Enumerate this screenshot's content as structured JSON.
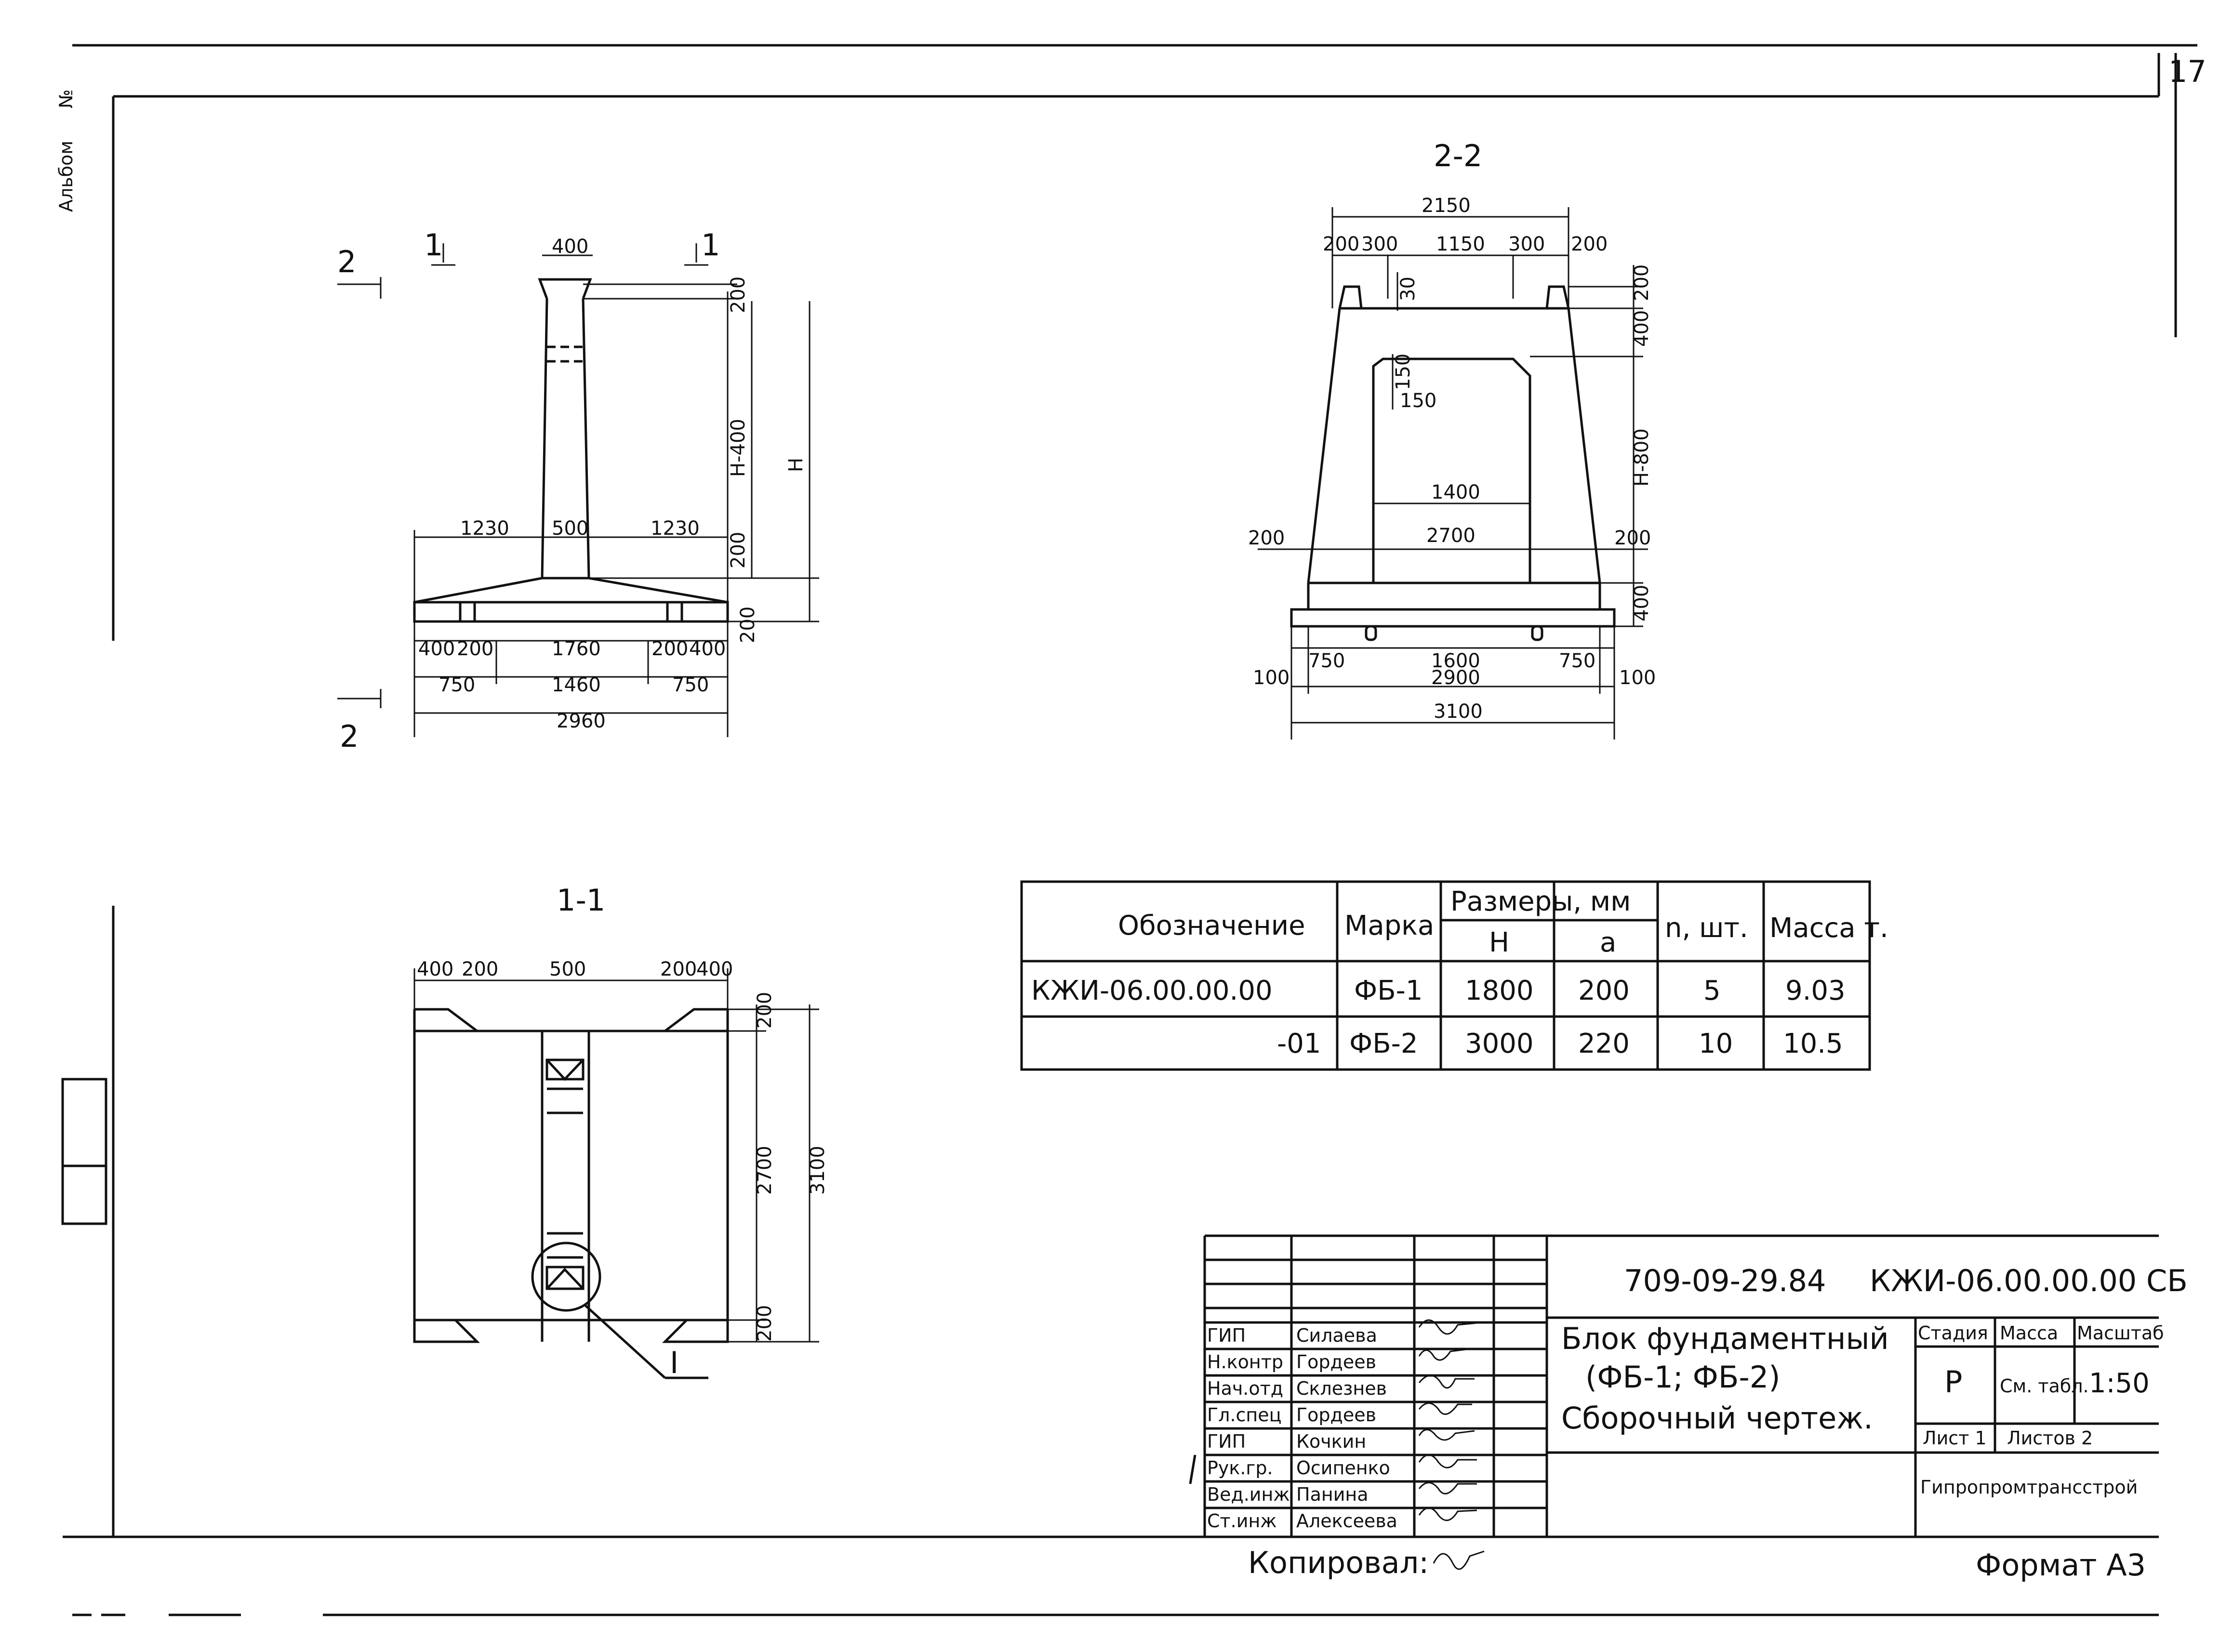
{
  "sheet": {
    "page_number": "17",
    "side_label": "Альбом",
    "side_mark": "№",
    "copied_by": "Копировал:",
    "format": "Формат А3"
  },
  "views": {
    "front": {
      "section_mark_left": "2",
      "section_mark_top_left": "1",
      "section_mark_top_right": "1",
      "section_mark_bottom": "2",
      "dims": {
        "top_width": "400",
        "right_200_top": "200",
        "h_minus_400": "Н-400",
        "h": "Н",
        "right_200_mid": "200",
        "right_200_bot": "200",
        "left_1230": "1230",
        "stem_500": "500",
        "right_1230": "1230",
        "b_400_l": "400",
        "b_200_l": "200",
        "b_1760": "1760",
        "b_200_r": "200",
        "b_400_r": "400",
        "b_750_l": "750",
        "b_1460": "1460",
        "b_750_r": "750",
        "b_2960": "2960"
      }
    },
    "section22": {
      "title": "2-2",
      "dims": {
        "top_2150": "2150",
        "t_200_l": "200",
        "t_300_l": "300",
        "t_1150": "1150",
        "t_300_r": "300",
        "t_200_r": "200",
        "v_30": "30",
        "r_200": "200",
        "r_400": "400",
        "v_150a": "150",
        "v_150b": "150",
        "r_h800": "Н-800",
        "in_1400": "1400",
        "in_2700": "2700",
        "left_200": "200",
        "right_200": "200",
        "r_400_bot": "400",
        "b_750_l": "750",
        "b_1600": "1600",
        "b_750_r": "750",
        "b_100_l": "100",
        "b_2900": "2900",
        "b_100_r": "100",
        "b_3100": "3100"
      }
    },
    "section11": {
      "title": "1-1",
      "dims": {
        "t_400_l": "400",
        "t_200_l": "200",
        "t_500": "500",
        "t_200_r": "200",
        "t_400_r": "400",
        "r_200_top": "200",
        "r_2700": "2700",
        "r_3100": "3100",
        "r_200_bot": "200"
      },
      "callout": "I"
    }
  },
  "spec_table": {
    "headers": {
      "designation": "Обозначение",
      "mark": "Марка",
      "dimensions": "Размеры, мм",
      "h": "Н",
      "a": "а",
      "qty": "n, шт.",
      "mass": "Масса т."
    },
    "rows": [
      {
        "designation": "КЖИ-06.00.00.00",
        "mark": "ФБ-1",
        "h": "1800",
        "a": "200",
        "qty": "5",
        "mass": "9.03"
      },
      {
        "designation": "-01",
        "mark": "ФБ-2",
        "h": "3000",
        "a": "220",
        "qty": "10",
        "mass": "10.5"
      }
    ]
  },
  "title_block": {
    "project_code": "709-09-29.84",
    "drawing_code": "КЖИ-06.00.00.00 СБ",
    "title_line1": "Блок фундаментный",
    "title_line2": "(ФБ-1; ФБ-2)",
    "title_line3": "Сборочный чертеж.",
    "stage_header": "Стадия",
    "mass_header": "Масса",
    "scale_header": "Масштаб",
    "stage_value": "Р",
    "mass_value": "См. табл.",
    "scale_value": "1:50",
    "sheet_label": "Лист 1",
    "sheets_label": "Листов 2",
    "organization": "Гипропромтрансстрой",
    "signatures": [
      {
        "role": "ГИП",
        "name": "Силаева"
      },
      {
        "role": "Н.контр",
        "name": "Гордеев"
      },
      {
        "role": "Нач.отд",
        "name": "Склезнев"
      },
      {
        "role": "Гл.спец",
        "name": "Гордеев"
      },
      {
        "role": "ГИП",
        "name": "Кочкин"
      },
      {
        "role": "Рук.гр.",
        "name": "Осипенко"
      },
      {
        "role": "Вед.инж",
        "name": "Панина"
      },
      {
        "role": "Ст.инж",
        "name": "Алексеева"
      }
    ]
  }
}
